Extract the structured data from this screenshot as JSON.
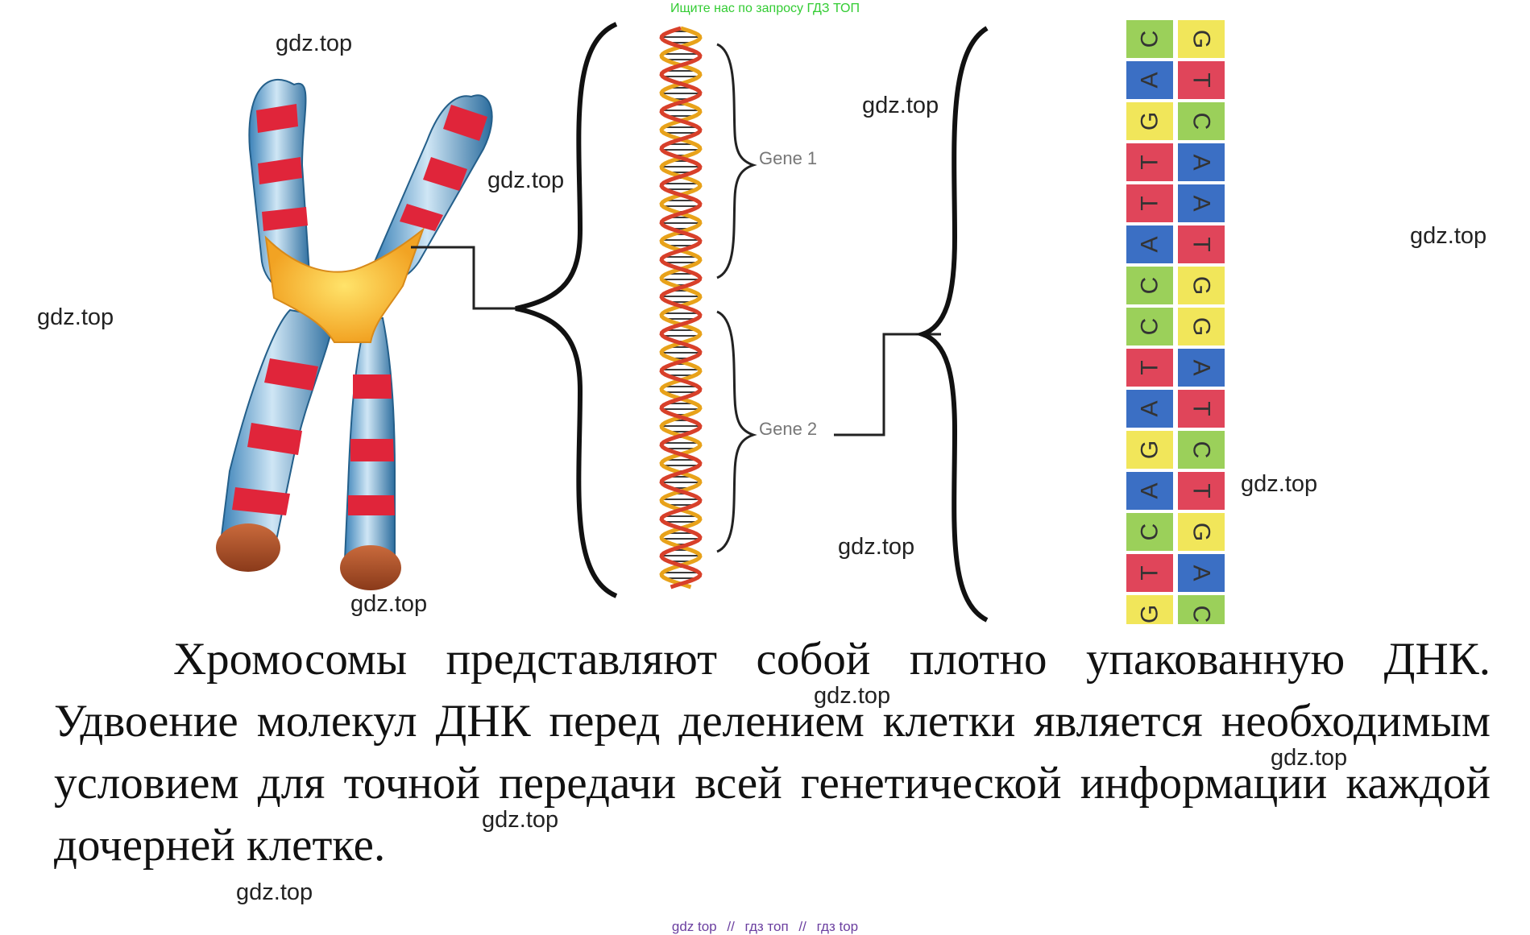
{
  "banner": {
    "text": "Ищите нас по запросу ГДЗ ТОП"
  },
  "figure": {
    "gene_labels": [
      "Gene 1",
      "Gene 2"
    ],
    "sequence_left": [
      "C",
      "A",
      "G",
      "T",
      "T",
      "A",
      "C",
      "C",
      "T",
      "A",
      "G",
      "A",
      "C",
      "T",
      "G"
    ],
    "sequence_right": [
      "G",
      "T",
      "C",
      "A",
      "A",
      "T",
      "G",
      "G",
      "A",
      "T",
      "C",
      "T",
      "G",
      "A",
      "C"
    ],
    "base_colors": {
      "A": "#3b6fc4",
      "T": "#e0455a",
      "G": "#f1e65a",
      "C": "#9bd05a"
    }
  },
  "watermarks": [
    "gdz.top",
    "gdz.top",
    "gdz.top",
    "gdz.top",
    "gdz.top",
    "gdz.top",
    "gdz.top",
    "gdz.top",
    "gdz.top",
    "gdz.top",
    "gdz.top",
    "gdz.top"
  ],
  "paragraph": {
    "text": "Хромосомы представляют собой плотно упакованную ДНК. Удвоение молекул ДНК перед делением клетки является необходимым условием для точной передачи всей генетической информации каждой дочерней клетке."
  },
  "footer": {
    "items": [
      "gdz top",
      "//",
      "гдз топ",
      "//",
      "гдз top"
    ]
  }
}
